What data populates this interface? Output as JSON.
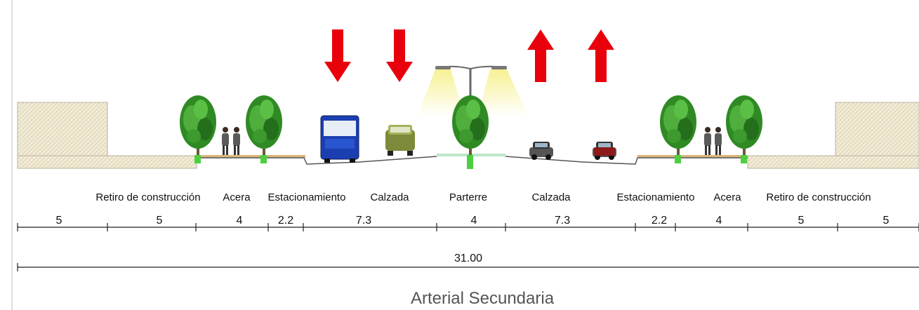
{
  "title": "Arterial Secundaria",
  "zones": [
    "Retiro de construcción",
    "Acera",
    "Estacionamiento",
    "Calzada",
    "Parterre",
    "Calzada",
    "Estacionamiento",
    "Acera",
    "Retiro de construcción"
  ],
  "segments": [
    "5",
    "5",
    "4",
    "2.2",
    "7.3",
    "4",
    "7.3",
    "2.2",
    "4",
    "5",
    "5"
  ],
  "total": "31.00",
  "traffic_arrows": [
    "down",
    "down",
    "up",
    "up"
  ],
  "colors": {
    "arrow": "#e8000b",
    "tree": "#2f8a24",
    "lamp_glow": "#f4ef9a",
    "block": "#f1ead2"
  }
}
